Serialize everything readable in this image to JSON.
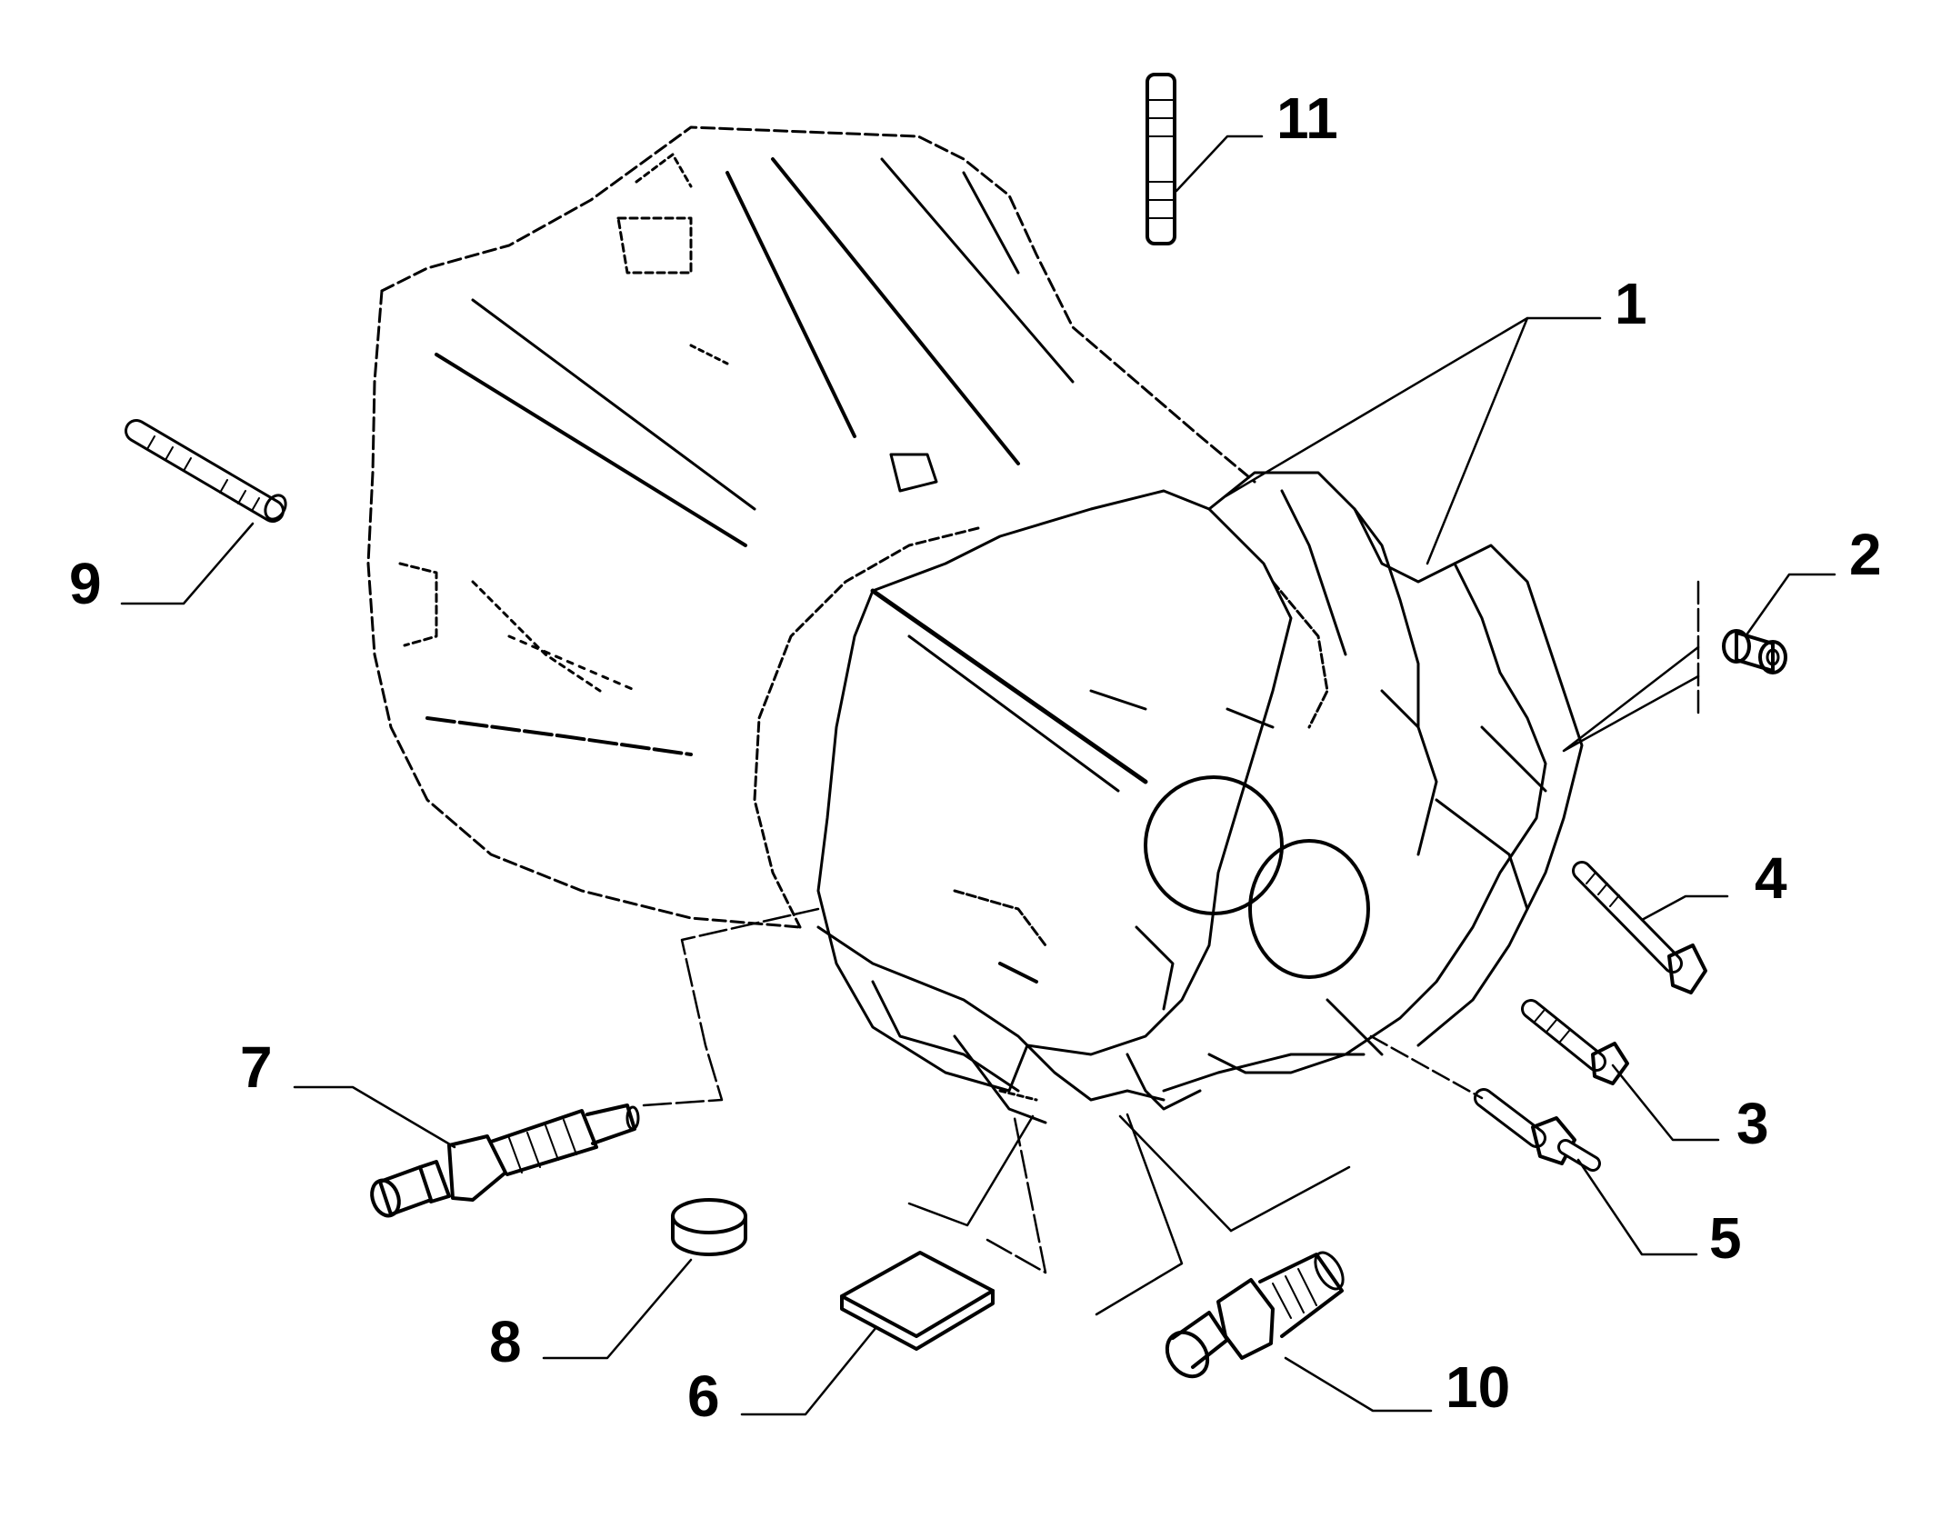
{
  "diagram": {
    "callouts": [
      {
        "id": "c1",
        "label": "1"
      },
      {
        "id": "c2",
        "label": "2"
      },
      {
        "id": "c3",
        "label": "3"
      },
      {
        "id": "c4",
        "label": "4"
      },
      {
        "id": "c5",
        "label": "5"
      },
      {
        "id": "c6",
        "label": "6"
      },
      {
        "id": "c7",
        "label": "7"
      },
      {
        "id": "c8",
        "label": "8"
      },
      {
        "id": "c9",
        "label": "9"
      },
      {
        "id": "c10",
        "label": "10"
      },
      {
        "id": "c11",
        "label": "11"
      }
    ],
    "colors": {
      "ink": "#000000",
      "background": "#ffffff"
    }
  }
}
